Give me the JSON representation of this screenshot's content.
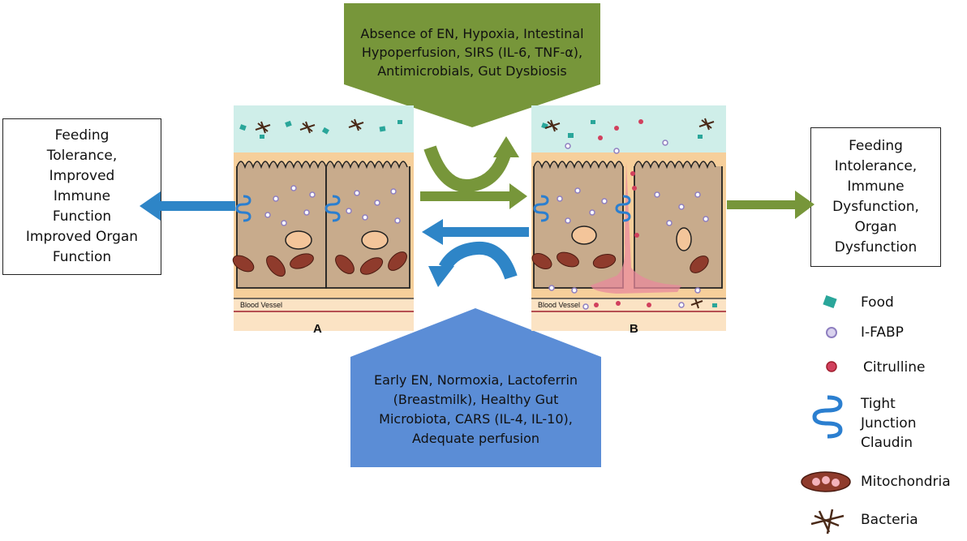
{
  "left_box": {
    "text": "Feeding\nTolerance,\nImproved\nImmune\nFunction\nImproved Organ\nFunction"
  },
  "right_box": {
    "text": "Feeding\nIntolerance,\nImmune\nDysfunction,\nOrgan\nDysfunction"
  },
  "top_banner": {
    "text": "Absence of EN, Hypoxia, Intestinal\nHypoperfusion, SIRS (IL-6, TNF-α),\nAntimicrobials, Gut Dysbiosis",
    "color": "#77963a"
  },
  "bottom_banner": {
    "text": "Early EN, Normoxia, Lactoferrin\n(Breastmilk), Healthy Gut\nMicrobiota, CARS (IL-4, IL-10),\nAdequate perfusion",
    "color": "#5b8dd6"
  },
  "panels": {
    "a": {
      "label": "A",
      "vessel_label": "Blood Vessel"
    },
    "b": {
      "label": "B",
      "vessel_label": "Blood Vessel"
    }
  },
  "colors": {
    "green": "#77963a",
    "blue": "#2e85c7",
    "lumen": "#cfeee9",
    "cell": "#c8ab8c",
    "food": "#2aa69a",
    "fabp": "#8f7fc0",
    "citrulline": "#d1405d",
    "claudin": "#2b7fd0",
    "mito": "#8f3b2c",
    "bacteria": "#4a2a18"
  },
  "legend": [
    {
      "icon": "food-icon",
      "label": "Food"
    },
    {
      "icon": "ifabp-icon",
      "label": "I-FABP"
    },
    {
      "icon": "citrulline-icon",
      "label": "Citrulline"
    },
    {
      "icon": "claudin-icon",
      "label": "Tight\nJunction\nClaudin"
    },
    {
      "icon": "mitochondria-icon",
      "label": "Mitochondria"
    },
    {
      "icon": "bacteria-icon",
      "label": "Bacteria"
    }
  ]
}
